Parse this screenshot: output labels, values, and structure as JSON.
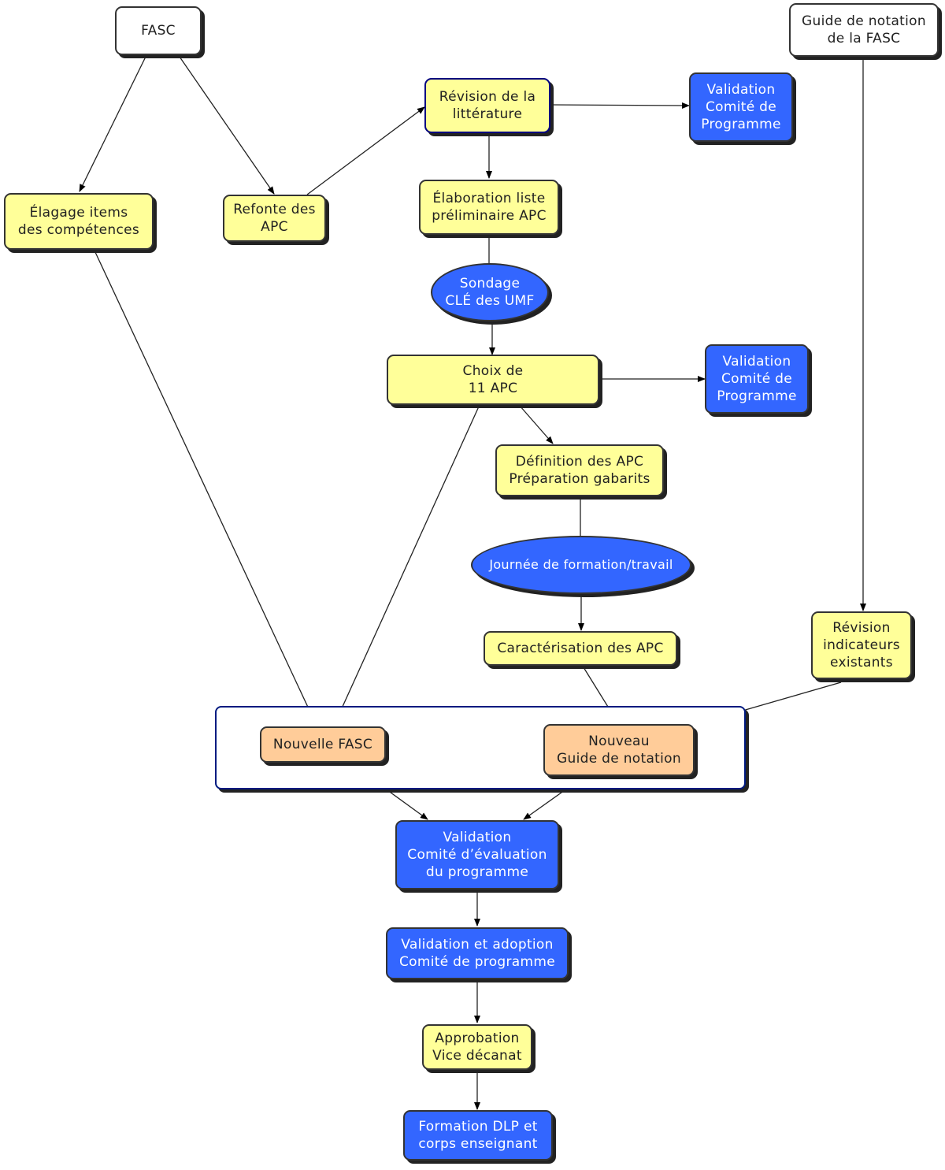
{
  "nodes": {
    "fasc": "FASC",
    "guide_notation_fasc": "Guide de notation\nde la FASC",
    "revision_litterature": "Révision de la\nlittérature",
    "validation_comite_1": "Validation\nComité de\nProgramme",
    "elagage_items": "Élagage items\ndes compétences",
    "refonte_apc": "Refonte des\nAPC",
    "elaboration_liste": "Élaboration liste\npréliminaire APC",
    "sondage_cle": "Sondage\nCLÉ des UMF",
    "choix_apc": "Choix de\n11 APC",
    "validation_comite_2": "Validation\nComité de\nProgramme",
    "definition_apc": "Définition des APC\nPréparation gabarits",
    "journee_formation": "Journée de formation/travail",
    "caracterisation_apc": "Caractérisation des APC",
    "revision_indicateurs": "Révision\nindicateurs\nexistants",
    "nouvelle_fasc": "Nouvelle FASC",
    "nouveau_guide": "Nouveau\nGuide de notation",
    "validation_evaluation": "Validation\nComité d’évaluation\ndu programme",
    "validation_adoption": "Validation et adoption\nComité de programme",
    "approbation": "Approbation\nVice décanat",
    "formation_dlp": "Formation DLP et\ncorps enseignant"
  },
  "colors": {
    "white": "#ffffff",
    "yellow": "#ffff99",
    "blue": "#3366ff",
    "peach": "#ffcc99",
    "group_border": "#001a80"
  }
}
